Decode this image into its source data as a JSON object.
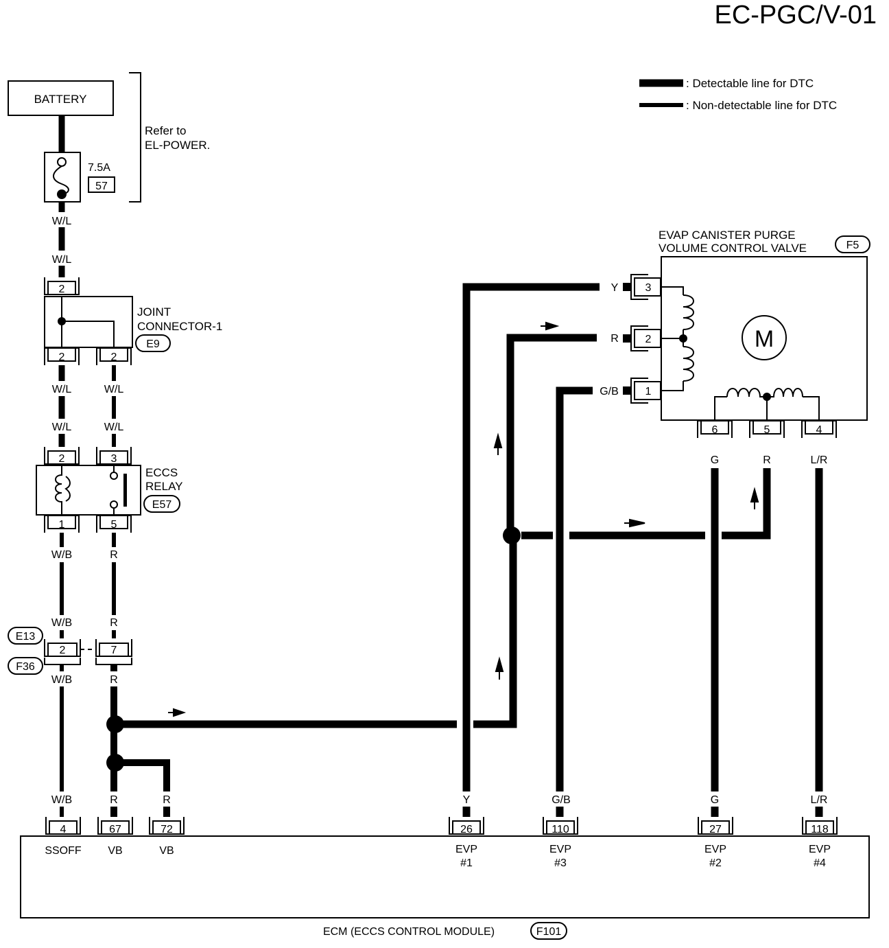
{
  "page_title": "EC-PGC/V-01",
  "legend": {
    "detectable": ": Detectable line for DTC",
    "non_detectable": ": Non-detectable line for DTC"
  },
  "battery": {
    "label": "BATTERY"
  },
  "fuse": {
    "rating": "7.5A",
    "number": "57"
  },
  "refer": {
    "line1": "Refer to",
    "line2": "EL-POWER."
  },
  "joint_connector": {
    "line1": "JOINT",
    "line2": "CONNECTOR-1",
    "id": "E9",
    "pin_top": "2",
    "pin_bl": "2",
    "pin_br": "2"
  },
  "eccs_relay": {
    "line1": "ECCS",
    "line2": "RELAY",
    "id": "E57",
    "pin_tl": "2",
    "pin_tr": "3",
    "pin_bl": "1",
    "pin_br": "5"
  },
  "harness_connector": {
    "id_top": "E13",
    "id_bottom": "F36",
    "pin_left": "2",
    "pin_right": "7"
  },
  "evap_valve": {
    "line1": "EVAP CANISTER PURGE",
    "line2": "VOLUME CONTROL VALVE",
    "id": "F5",
    "motor": "M",
    "pins": {
      "p3": "3",
      "p2": "2",
      "p1": "1",
      "p6": "6",
      "p5": "5",
      "p4": "4"
    }
  },
  "wires": {
    "wl_1": "W/L",
    "wl_2": "W/L",
    "wl_3": "W/L",
    "wl_4": "W/L",
    "wl_5": "W/L",
    "wl_6": "W/L",
    "wb_1": "W/B",
    "wb_2": "W/B",
    "wb_3": "W/B",
    "wb_4": "W/B",
    "r_1": "R",
    "r_2": "R",
    "r_3": "R",
    "r_4": "R",
    "r_5": "R",
    "y_top": "Y",
    "r_top": "R",
    "gb_top": "G/B",
    "g_valve": "G",
    "r_valve": "R",
    "lr_valve": "L/R",
    "y_bot": "Y",
    "gb_bot": "G/B",
    "g_bot": "G",
    "lr_bot": "L/R"
  },
  "ecm": {
    "label": "ECM (ECCS CONTROL MODULE)",
    "id": "F101",
    "terminals": [
      {
        "pin": "4",
        "name": "SSOFF",
        "name2": ""
      },
      {
        "pin": "67",
        "name": "VB",
        "name2": ""
      },
      {
        "pin": "72",
        "name": "VB",
        "name2": ""
      },
      {
        "pin": "26",
        "name": "EVP",
        "name2": "#1"
      },
      {
        "pin": "110",
        "name": "EVP",
        "name2": "#3"
      },
      {
        "pin": "27",
        "name": "EVP",
        "name2": "#2"
      },
      {
        "pin": "118",
        "name": "EVP",
        "name2": "#4"
      }
    ]
  }
}
